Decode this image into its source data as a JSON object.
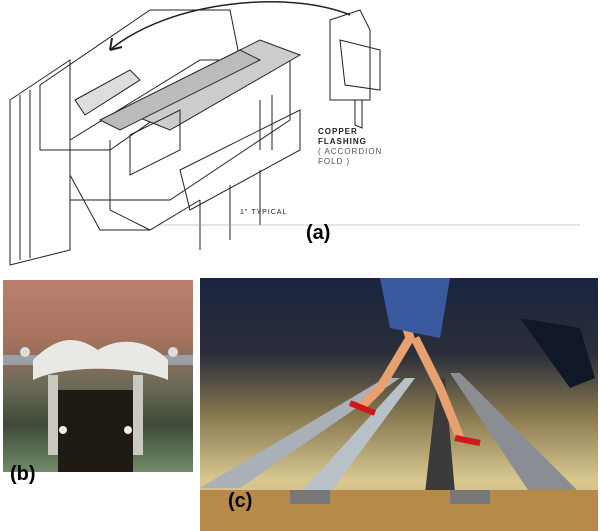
{
  "panel_a": {
    "label": "(a)",
    "callout_title_1": "COPPER",
    "callout_title_2": "FLASHING",
    "callout_sub_1": "( ACCORDION",
    "callout_sub_2": "FOLD )",
    "dimension_note": "1\" TYPICAL"
  },
  "panel_b": {
    "label": "(b)"
  },
  "panel_c": {
    "label": "(c)"
  }
}
